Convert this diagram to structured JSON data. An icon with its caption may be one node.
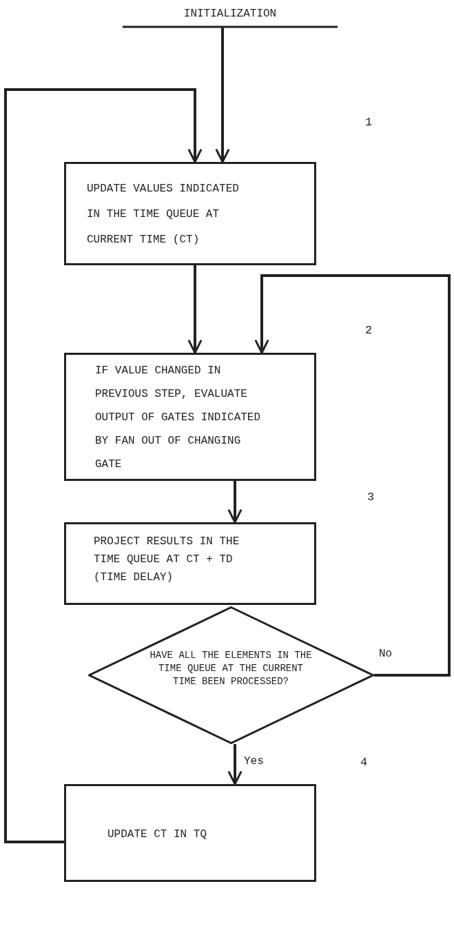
{
  "diagram": {
    "nodes": [
      {
        "text": [
          "INITIALIZATION"
        ]
      },
      {
        "text": [
          "UPDATE VALUES INDICATED IN THE TIME QUEUE AT CURRENT TIME (CT)"
        ]
      },
      {
        "text": [
          "IF VALUE CHANGED IN PREVIOUS STEP, EVALUATE OUTPUT OF GATES INDICATED BY FAN OUT OF CHANGING GATE"
        ]
      },
      {
        "text": [
          "PROJECT RESULTS IN THE TIME QUEUE AT CT + TD (TIME DELAY)"
        ]
      },
      {
        "text": [
          "HAVE ALL THE ELEMENTS IN THE TIME QUEUE AT THE CURRENT TIME BEEN PROCESSED?"
        ]
      },
      {
        "text": [
          "UPDATE CT IN TQ"
        ]
      }
    ],
    "labels": [
      "1",
      "2",
      "3",
      "4"
    ],
    "edges": [
      {
        "from": 0,
        "to": 1,
        "arrow": "to"
      },
      {
        "from": 5,
        "to": 1,
        "arrow": "to"
      },
      {
        "from": 1,
        "to": 2,
        "arrow": "to"
      },
      {
        "from": 4,
        "to": 2,
        "arrow": "to",
        "label": "No"
      },
      {
        "from": 2,
        "to": 3,
        "arrow": "to"
      },
      {
        "from": 4,
        "to": 5,
        "arrow": "to",
        "label": "Yes"
      }
    ]
  }
}
